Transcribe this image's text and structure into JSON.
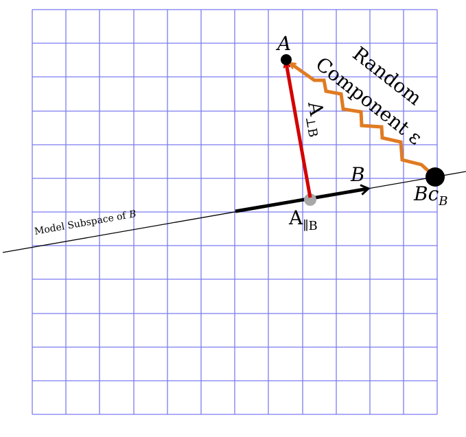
{
  "labels": {
    "point_a": "A",
    "vector_b": "B",
    "perp": "A",
    "perp_sub": "⊥B",
    "parallel": "A",
    "parallel_sub": "∥B",
    "bc": "Bc",
    "bc_sub": "B",
    "random_line1": "Random",
    "random_line2": "Component ε",
    "subspace": "Model Subspace of",
    "subspace_var": "B"
  },
  "colors": {
    "grid": "#7b7bf0",
    "subspace_line": "#000000",
    "vector_b": "#000000",
    "perp_vector": "#d40000",
    "random_path": "#e07b22",
    "projection_point": "#a8a8a8",
    "points": "#000000"
  }
}
